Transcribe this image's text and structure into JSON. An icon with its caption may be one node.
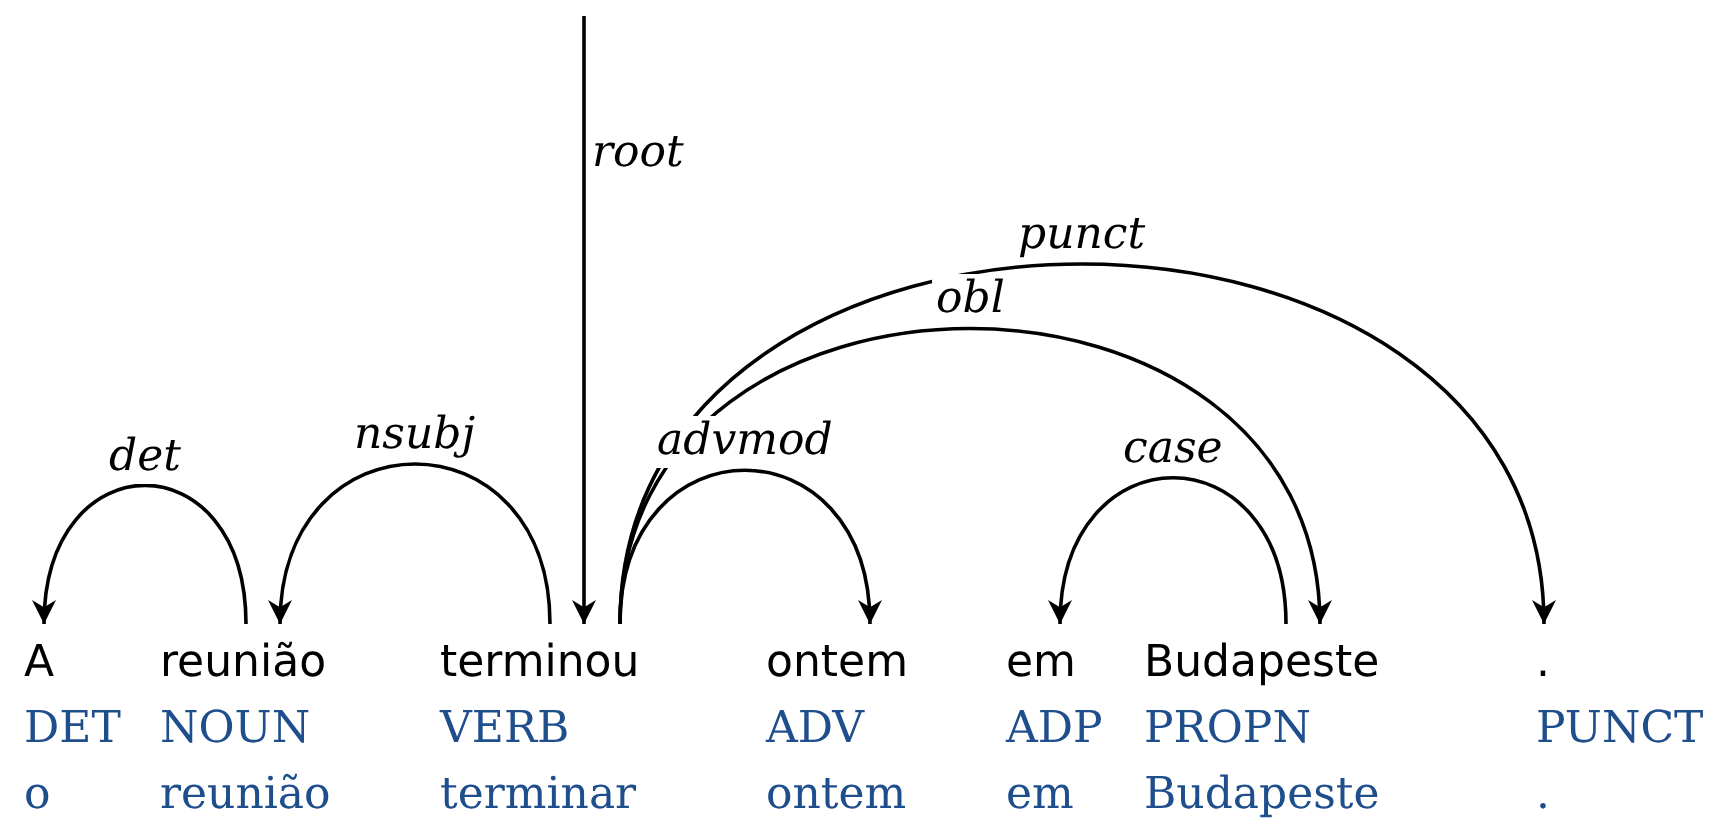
{
  "diagram": {
    "nodes": [
      {
        "text": [
          "A",
          "DET",
          "o"
        ]
      },
      {
        "text": [
          "reunião",
          "NOUN",
          "reunião"
        ]
      },
      {
        "text": [
          "terminou",
          "VERB",
          "terminar"
        ]
      },
      {
        "text": [
          "ontem",
          "ADV",
          "ontem"
        ]
      },
      {
        "text": [
          "em",
          "ADP",
          "em"
        ]
      },
      {
        "text": [
          "Budapeste",
          "PROPN",
          "Budapeste"
        ]
      },
      {
        "text": [
          ".",
          "PUNCT",
          "."
        ]
      }
    ],
    "edges": [
      {
        "from": null,
        "to": 2,
        "arrow": "to",
        "label": "root"
      },
      {
        "from": 1,
        "to": 0,
        "arrow": "to",
        "label": "det"
      },
      {
        "from": 2,
        "to": 1,
        "arrow": "to",
        "label": "nsubj"
      },
      {
        "from": 2,
        "to": 3,
        "arrow": "to",
        "label": "advmod"
      },
      {
        "from": 5,
        "to": 4,
        "arrow": "to",
        "label": "case"
      },
      {
        "from": 2,
        "to": 5,
        "arrow": "to",
        "label": "obl"
      },
      {
        "from": 2,
        "to": 6,
        "arrow": "to",
        "label": "punct"
      }
    ]
  }
}
